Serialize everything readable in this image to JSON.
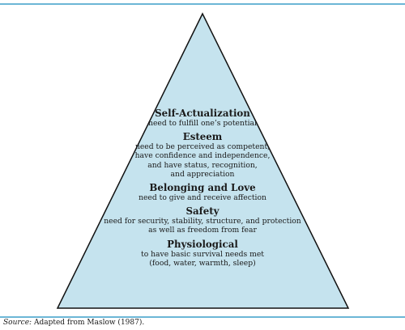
{
  "colors": {
    "pyramid_fill": "#c5e3ee",
    "pyramid_stroke": "#111111",
    "rule": "#6cb6d6"
  },
  "levels": [
    {
      "title": "Self-Actualization",
      "lines": [
        "need to fulfill one’s potential"
      ]
    },
    {
      "title": "Esteem",
      "lines": [
        "need to be perceived as competent,",
        "have confidence and independence,",
        "and have status, recognition,",
        "and appreciation"
      ]
    },
    {
      "title": "Belonging and Love",
      "lines": [
        "need to give and receive affection"
      ]
    },
    {
      "title": "Safety",
      "lines": [
        "need for security, stability, structure, and protection",
        "as well as freedom from fear"
      ]
    },
    {
      "title": "Physiological",
      "lines": [
        "to have basic survival needs met",
        "(food, water, warmth, sleep)"
      ]
    }
  ],
  "source": {
    "label": "Source:",
    "text": "Adapted from Maslow (1987)."
  }
}
